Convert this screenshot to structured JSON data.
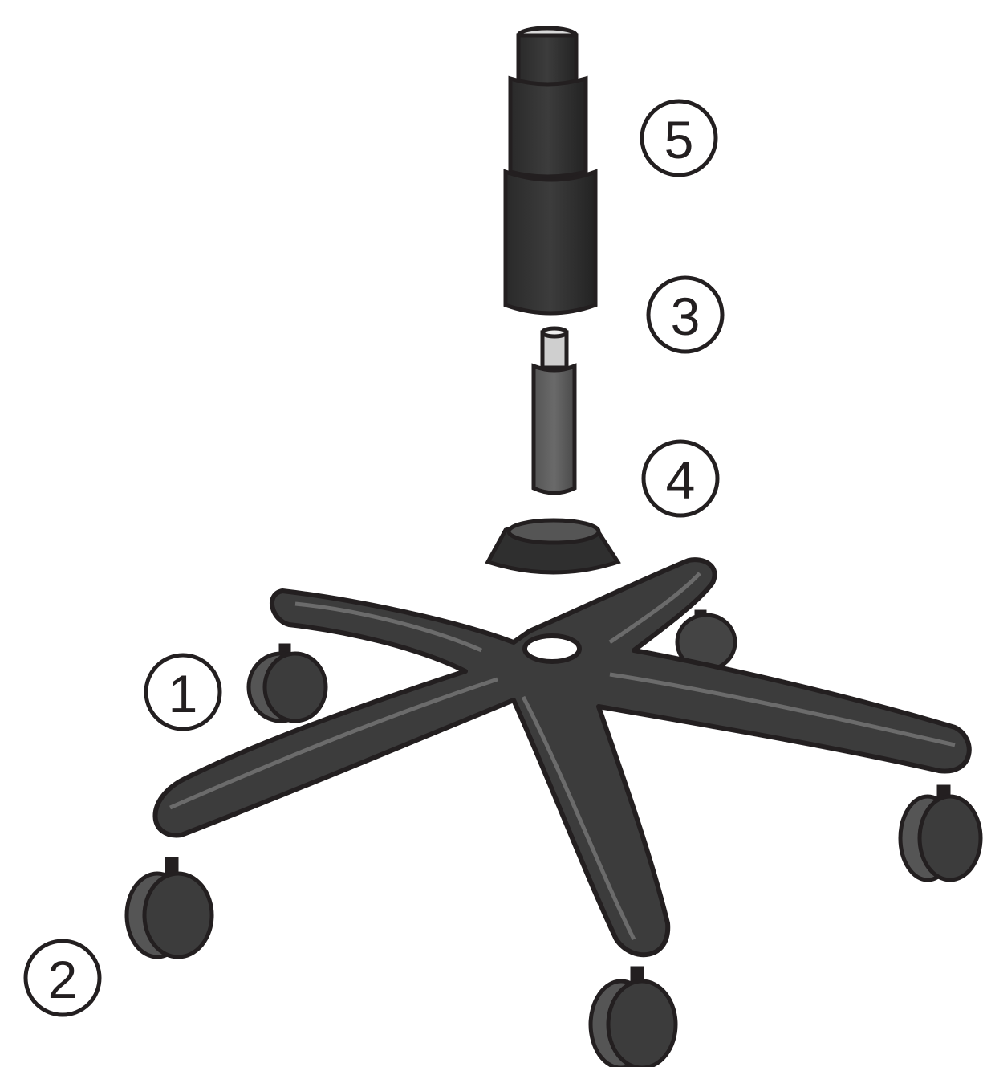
{
  "diagram": {
    "callouts": [
      {
        "id": "base",
        "number": "1"
      },
      {
        "id": "caster",
        "number": "2"
      },
      {
        "id": "cylinder-cover",
        "number": "3"
      },
      {
        "id": "gas-cylinder",
        "number": "4"
      },
      {
        "id": "telescopic-cover",
        "number": "5"
      }
    ]
  },
  "colors": {
    "outline": "#231f20",
    "part_dark": "#3a3a3a",
    "part_mid": "#5c5c5c",
    "part_light": "#8a8a8a",
    "highlight": "#ffffff"
  }
}
